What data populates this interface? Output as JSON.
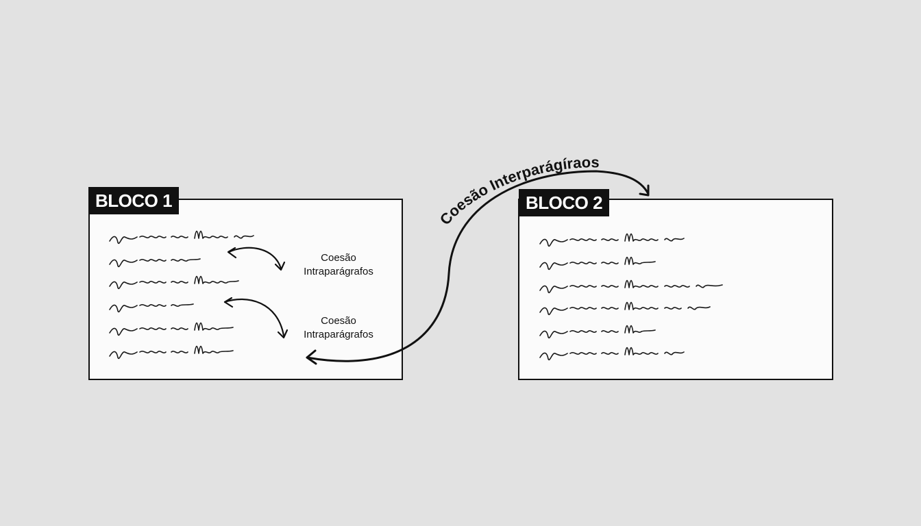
{
  "blocks": [
    {
      "label": "BLOCO 1",
      "lines": 6
    },
    {
      "label": "BLOCO 2",
      "lines": 6
    }
  ],
  "intra_labels": [
    {
      "line1": "Coesão",
      "line2": "Intraparágrafos"
    },
    {
      "line1": "Coesão",
      "line2": "Intraparágrafos"
    }
  ],
  "inter_label": "Coesão Interparágíraos",
  "note_placeholder_text": "handwritten scribble lines (illegible)"
}
